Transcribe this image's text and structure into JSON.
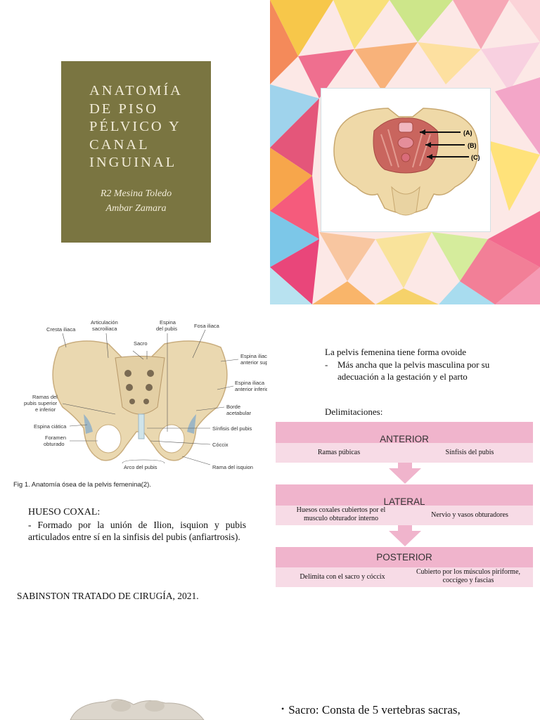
{
  "slide1": {
    "title_lines": [
      "ANATOMÍA",
      "DE PISO",
      "PÉLVICO Y",
      "CANAL",
      "INGUINAL"
    ],
    "author_lines": [
      "R2 Mesina Toledo",
      "Ambar Zamara"
    ],
    "figure_labels": [
      "(A)",
      "(B)",
      "(C)"
    ]
  },
  "slide2": {
    "bone_labels": {
      "cresta": "Cresta iliaca",
      "artic1": "Articulación",
      "artic2": "sacroiliaca",
      "espina_pubis1": "Espina",
      "espina_pubis2": "del pubis",
      "fosa": "Fosa iliaca",
      "sacro": "Sacro",
      "eias1": "Espina iliaca",
      "eias2": "anterior superior",
      "eiai1": "Espina iliaca",
      "eiai2": "anterior inferior",
      "ramas1": "Ramas del",
      "ramas2": "pubis superior",
      "ramas3": "e inferior",
      "borde1": "Borde",
      "borde2": "acetabular",
      "ciatica": "Espina ciática",
      "sinfisis": "Sínfisis del pubis",
      "foramen1": "Foramen",
      "foramen2": "obturado",
      "coccix": "Cóccix",
      "arco": "Arco del pubis",
      "isquion": "Rama del isquion"
    },
    "caption": "Fig 1.  Anatomía ósea de la pelvis femenina(2).",
    "hueso_title": "HUESO COXAL:",
    "hueso_text": "- Formado por la unión de Ilion, isquion y pubis articulados entre sí en la sinfisis del pubis (anfiartrosis).",
    "source": "SABINSTON TRATADO DE CIRUGÍA, 2021.",
    "intro": "La pelvis femenina tiene forma ovoide",
    "bullet_dash": "-",
    "bullet": "Más ancha que la pelvis masculina por su adecuación a la gestación y el parto",
    "delimitaciones": "Delimitaciones:",
    "sections": [
      {
        "header": "ANTERIOR",
        "left": "Ramas púbicas",
        "right": "Sínfisis del pubis"
      },
      {
        "header": "LATERAL",
        "left": "Huesos coxales cubiertos por el musculo obturador interno",
        "right": "Nervio y vasos obturadores"
      },
      {
        "header": "POSTERIOR",
        "left": "Delimita con el sacro y cóccix",
        "right": "Cubierto por los músculos piriforme, coccígeo y fascias"
      }
    ]
  },
  "slide3": {
    "bullet": "•",
    "sacro_text": "Sacro: Consta de 5 vertebras sacras,"
  },
  "colors": {
    "title_box": "#7a7541",
    "band": "#f0b4cc",
    "subband": "#f7dbe6"
  }
}
